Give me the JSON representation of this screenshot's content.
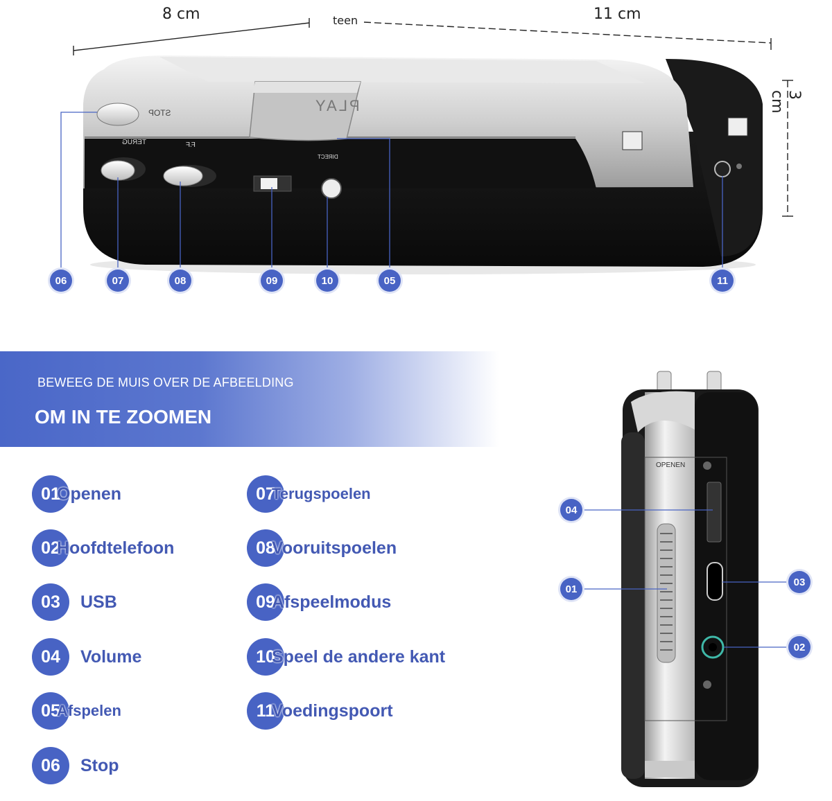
{
  "dimensions": {
    "depth": "8 cm",
    "width": "11 cm",
    "height": "3 cm",
    "corner_label": "teen"
  },
  "device_labels": {
    "play": "PLAY",
    "stop": "STOP",
    "terug": "TERUG",
    "ff": "F.F",
    "direct": "DIRECT",
    "openen": "OPENEN"
  },
  "callouts_top": [
    "06",
    "07",
    "08",
    "09",
    "10",
    "05",
    "11"
  ],
  "callouts_side": [
    "04",
    "01",
    "03",
    "02"
  ],
  "banner": {
    "line1": "BEWEEG DE MUIS OVER DE AFBEELDING",
    "line2": "OM IN TE ZOOMEN"
  },
  "legend": [
    {
      "num": "01",
      "label": "Openen"
    },
    {
      "num": "02",
      "label": "Hoofdtelefoon"
    },
    {
      "num": "03",
      "label": "USB"
    },
    {
      "num": "04",
      "label": "Volume"
    },
    {
      "num": "05",
      "label": "Afspelen"
    },
    {
      "num": "06",
      "label": "Stop"
    },
    {
      "num": "07",
      "label": "Terugspoelen"
    },
    {
      "num": "08",
      "label": "Vooruitspoelen"
    },
    {
      "num": "09",
      "label": "Afspeelmodus"
    },
    {
      "num": "10",
      "label": "Speel de andere kant"
    },
    {
      "num": "11",
      "label": "Voedingspoort"
    }
  ],
  "colors": {
    "accent": "#4863c4",
    "legend_text": "#4359b3"
  }
}
